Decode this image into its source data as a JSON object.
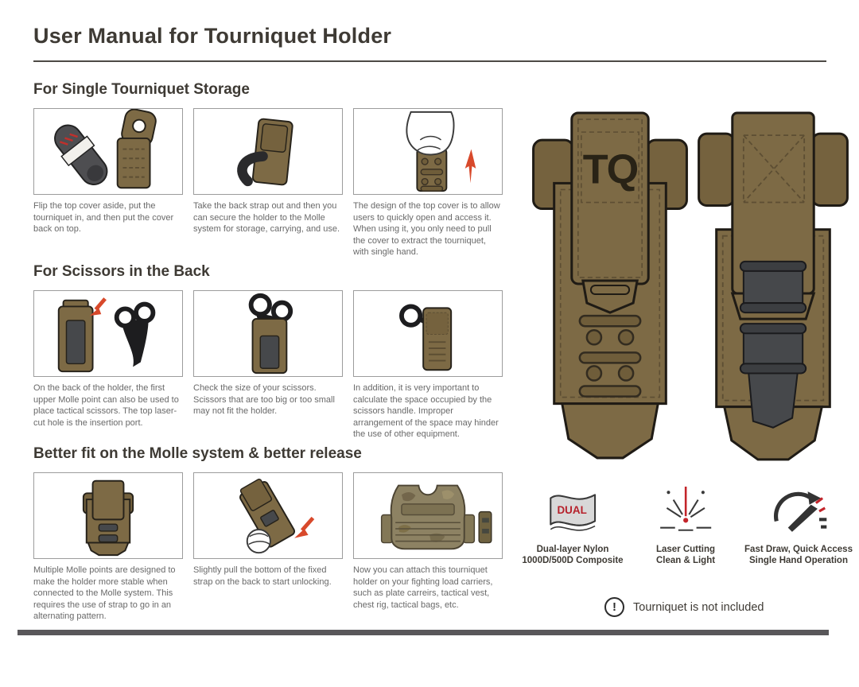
{
  "title": "User Manual for Tourniquet Holder",
  "sections": [
    {
      "heading": "For Single Tourniquet Storage",
      "steps": [
        {
          "illustration": "tourniquet-and-open-holder",
          "caption": "Flip the top cover aside, put the tourniquet in, and then put the cover back on top."
        },
        {
          "illustration": "holder-with-back-strap-out",
          "caption": "Take the back strap out and then you can secure the holder to the Molle system for storage, carrying, and use."
        },
        {
          "illustration": "hand-pulling-top-cover",
          "caption": "The design of the top cover is to allow users to quickly open and access it. When using it, you only need to pull the cover to extract the tourniquet, with single hand."
        }
      ]
    },
    {
      "heading": "For Scissors in the Back",
      "steps": [
        {
          "illustration": "holder-back-with-scissors-beside",
          "caption": "On the back of the holder, the first upper Molle point can also be used to place tactical scissors. The top laser-cut hole is the insertion port."
        },
        {
          "illustration": "scissors-inserted-back-view",
          "caption": "Check the size of your scissors. Scissors that are too big or too small may not fit the holder."
        },
        {
          "illustration": "scissors-inserted-front-view",
          "caption": "In addition, it is very important to calculate the space occupied by the scissors handle. Improper arrangement of the space may hinder the use of other equipment."
        }
      ]
    },
    {
      "heading": "Better fit on the Molle system & better release",
      "steps": [
        {
          "illustration": "holder-molle-front",
          "caption": "Multiple Molle points are designed to make the holder more stable when connected to the Molle system. This requires the use of strap to go in an alternating pattern."
        },
        {
          "illustration": "hand-unlocking-bottom-strap",
          "caption": "Slightly pull the bottom of the fixed strap on the back to start unlocking."
        },
        {
          "illustration": "plate-carrier-attachment",
          "caption": "Now you can attach this tourniquet holder on your fighting load carriers, such as plate carreirs, tactical vest, chest rig, tactical bags, etc."
        }
      ]
    }
  ],
  "product": {
    "logo": "TQ"
  },
  "features": [
    {
      "icon": "dual-layer-flag-icon",
      "badge": "DUAL",
      "line1": "Dual-layer Nylon",
      "line2": "1000D/500D Composite"
    },
    {
      "icon": "laser-cutting-icon",
      "line1": "Laser Cutting",
      "line2": "Clean & Light"
    },
    {
      "icon": "speedometer-icon",
      "line1": "Fast Draw, Quick Access",
      "line2": "Single Hand Operation"
    }
  ],
  "note": {
    "icon": "exclamation-circle-icon",
    "glyph": "!",
    "text": "Tourniquet is not included"
  },
  "colors": {
    "heading_ink": "#3e3a34",
    "caption_gray": "#696969",
    "holder_brown": "#7d6a45",
    "holder_brown_dark": "#75623e",
    "slot_brown": "#6f5d3a",
    "stitch_brown": "#5d4e33",
    "strap_dark": "#46484b",
    "strap_bar": "#3c3e41",
    "accent_red": "#d8492b",
    "laser_red": "#c3242a",
    "badge_red": "#b6212b"
  }
}
